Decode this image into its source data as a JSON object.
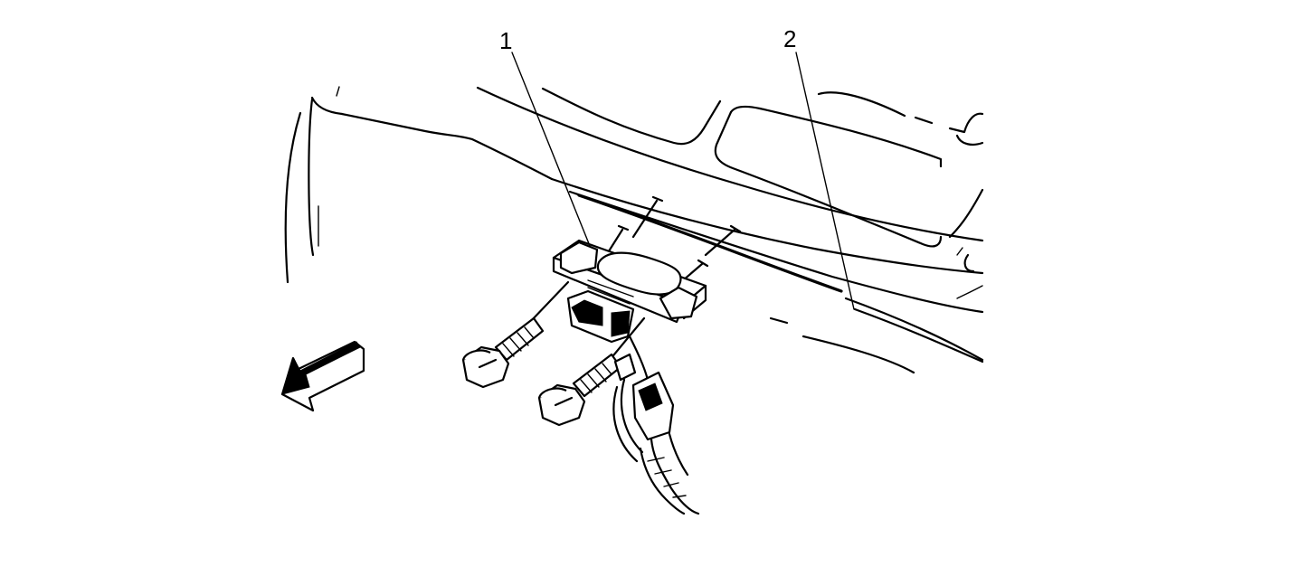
{
  "diagram": {
    "callouts": [
      {
        "id": "1",
        "label": "1"
      },
      {
        "id": "2",
        "label": "2"
      }
    ],
    "line_color": "#000000",
    "background_color": "#ffffff",
    "icons": [
      "front-direction-arrow-icon",
      "bolt-icon",
      "connector-icon",
      "sensor-icon"
    ]
  }
}
